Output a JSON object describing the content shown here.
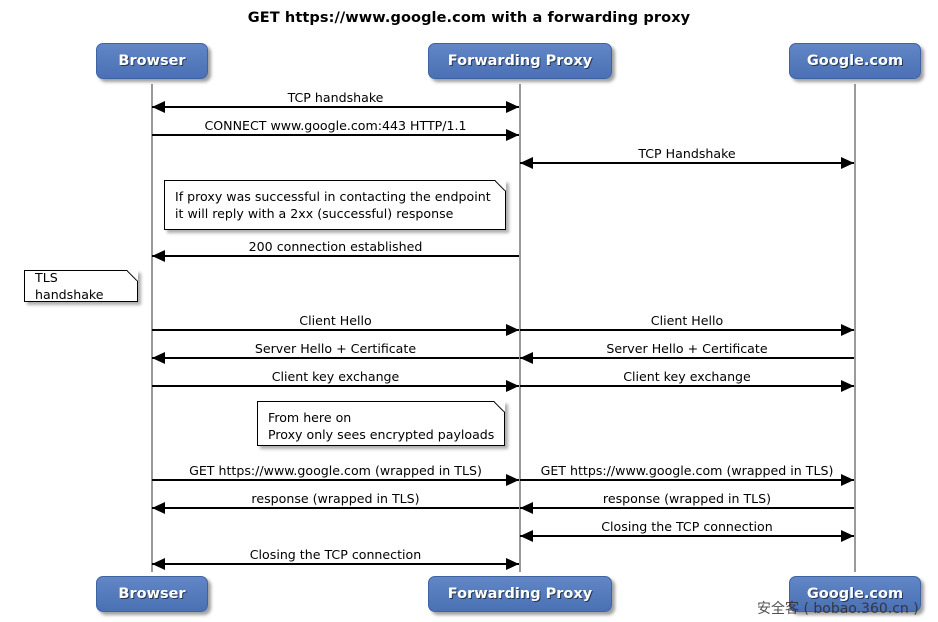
{
  "title": "GET https://www.google.com with a forwarding proxy",
  "theme": {
    "participant_fill": "#4a71b4",
    "participant_text": "#ffffff",
    "lifeline": "#9a9a9a",
    "arrow": "#000000",
    "note_fill": "#ffffff",
    "background": "#ffffff"
  },
  "participants": [
    {
      "id": "browser",
      "label": "Browser"
    },
    {
      "id": "proxy",
      "label": "Forwarding Proxy"
    },
    {
      "id": "google",
      "label": "Google.com"
    }
  ],
  "participants_bottom": [
    {
      "id": "browser",
      "label": "Browser"
    },
    {
      "id": "proxy",
      "label": "Forwarding Proxy"
    },
    {
      "id": "google",
      "label": "Google.com"
    }
  ],
  "messages": [
    {
      "id": "m1",
      "label": "TCP handshake",
      "from": "browser",
      "to": "proxy",
      "direction": "both"
    },
    {
      "id": "m2",
      "label": "CONNECT www.google.com:443 HTTP/1.1",
      "from": "browser",
      "to": "proxy",
      "direction": "right"
    },
    {
      "id": "m3",
      "label": "TCP Handshake",
      "from": "proxy",
      "to": "google",
      "direction": "both"
    },
    {
      "id": "m4",
      "label": "200 connection established",
      "from": "proxy",
      "to": "browser",
      "direction": "left"
    },
    {
      "id": "m5",
      "label": "Client Hello",
      "from": "browser",
      "to": "proxy",
      "direction": "right"
    },
    {
      "id": "m6",
      "label": "Client Hello",
      "from": "proxy",
      "to": "google",
      "direction": "right"
    },
    {
      "id": "m7",
      "label": "Server Hello + Certificate",
      "from": "proxy",
      "to": "browser",
      "direction": "left"
    },
    {
      "id": "m8",
      "label": "Server Hello + Certificate",
      "from": "google",
      "to": "proxy",
      "direction": "left"
    },
    {
      "id": "m9",
      "label": "Client key exchange",
      "from": "browser",
      "to": "proxy",
      "direction": "right"
    },
    {
      "id": "m10",
      "label": "Client key exchange",
      "from": "proxy",
      "to": "google",
      "direction": "right"
    },
    {
      "id": "m11",
      "label": "GET https://www.google.com (wrapped in TLS)",
      "from": "browser",
      "to": "proxy",
      "direction": "right"
    },
    {
      "id": "m12",
      "label": "GET https://www.google.com (wrapped in TLS)",
      "from": "proxy",
      "to": "google",
      "direction": "right"
    },
    {
      "id": "m13",
      "label": "response (wrapped in TLS)",
      "from": "proxy",
      "to": "browser",
      "direction": "left"
    },
    {
      "id": "m14",
      "label": "response (wrapped in TLS)",
      "from": "google",
      "to": "proxy",
      "direction": "left"
    },
    {
      "id": "m15",
      "label": "Closing the TCP connection",
      "from": "proxy",
      "to": "google",
      "direction": "both"
    },
    {
      "id": "m16",
      "label": "Closing the TCP connection",
      "from": "browser",
      "to": "proxy",
      "direction": "both"
    }
  ],
  "notes": [
    {
      "id": "note-proxy-success",
      "text": "If proxy was successful in contacting the endpoint\nit will reply with a 2xx (successful) response"
    },
    {
      "id": "note-tls-handshake",
      "text": "TLS handshake"
    },
    {
      "id": "note-encrypted-payloads",
      "text": "From here on\nProxy only sees encrypted payloads"
    }
  ],
  "watermark": {
    "text": "安全客 ( bobao.360.cn )"
  }
}
